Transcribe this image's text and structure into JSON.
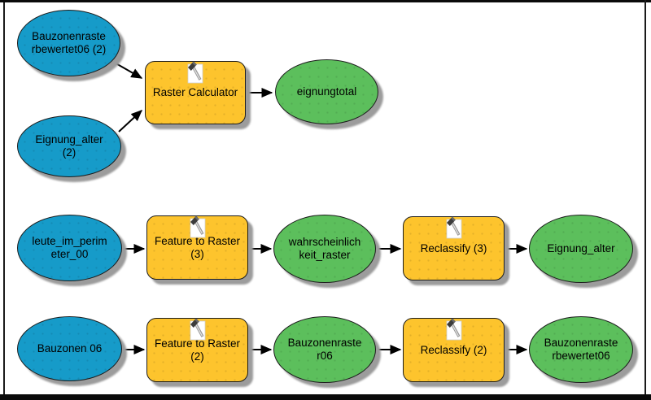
{
  "app": {
    "title": "ModelBuilder geoprocessing model canvas"
  },
  "colors": {
    "input_data": "#169bc9",
    "tool": "#fdc42d",
    "output_data": "#5cbf5c",
    "connector": "#000000",
    "shadow": "#9c9c9c",
    "frame": "#0a0a0a"
  },
  "nodes": [
    {
      "id": "n1",
      "type": "input",
      "label": "Bauzonenraste\nrbewertet06 (2)"
    },
    {
      "id": "n2",
      "type": "input",
      "label": "Eignung_alter\n(2)"
    },
    {
      "id": "n3",
      "type": "tool",
      "label": "Raster Calculator",
      "icon": "hammer-tool-icon"
    },
    {
      "id": "n4",
      "type": "output",
      "label": "eignungtotal"
    },
    {
      "id": "n5",
      "type": "input",
      "label": "leute_im_perim\neter_00"
    },
    {
      "id": "n6",
      "type": "tool",
      "label": "Feature to Raster\n(3)",
      "icon": "hammer-tool-icon"
    },
    {
      "id": "n7",
      "type": "output",
      "label": "wahrscheinlich\nkeit_raster"
    },
    {
      "id": "n8",
      "type": "tool",
      "label": "Reclassify (3)",
      "icon": "hammer-tool-icon"
    },
    {
      "id": "n9",
      "type": "output",
      "label": "Eignung_alter"
    },
    {
      "id": "n10",
      "type": "input",
      "label": "Bauzonen 06"
    },
    {
      "id": "n11",
      "type": "tool",
      "label": "Feature to Raster\n(2)",
      "icon": "hammer-tool-icon"
    },
    {
      "id": "n12",
      "type": "output",
      "label": "Bauzonenraste\nr06"
    },
    {
      "id": "n13",
      "type": "tool",
      "label": "Reclassify (2)",
      "icon": "hammer-tool-icon"
    },
    {
      "id": "n14",
      "type": "output",
      "label": "Bauzonenraste\nrbewertet06"
    }
  ],
  "edges": [
    {
      "from": "n1",
      "to": "n3"
    },
    {
      "from": "n2",
      "to": "n3"
    },
    {
      "from": "n3",
      "to": "n4"
    },
    {
      "from": "n5",
      "to": "n6"
    },
    {
      "from": "n6",
      "to": "n7"
    },
    {
      "from": "n7",
      "to": "n8"
    },
    {
      "from": "n8",
      "to": "n9"
    },
    {
      "from": "n10",
      "to": "n11"
    },
    {
      "from": "n11",
      "to": "n12"
    },
    {
      "from": "n12",
      "to": "n13"
    },
    {
      "from": "n13",
      "to": "n14"
    }
  ]
}
